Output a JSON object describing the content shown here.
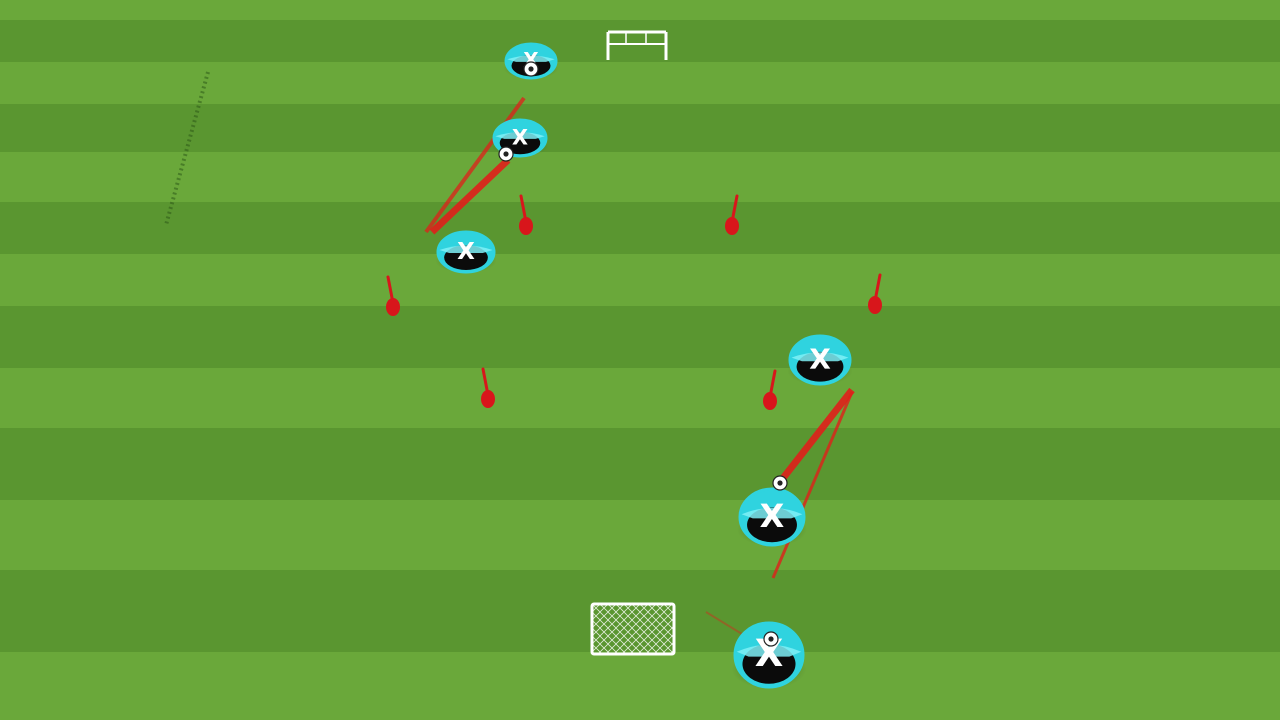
{
  "pitch": {
    "stripe_light": "#6aa83a",
    "stripe_dark": "#5a9630",
    "line_color": "#ffffff"
  },
  "player_style": {
    "icon": "player-x-icon",
    "ring_color": "#2fd3df",
    "inner_color": "#0b0b0b",
    "glyph": "X",
    "glyph_color": "#ffffff"
  },
  "pass_color": "#e0201a",
  "cone": {
    "icon": "marker-cone-icon",
    "color": "#d8161b"
  },
  "players": [
    {
      "id": "p1",
      "label": "player-top-goal",
      "has_ball": true
    },
    {
      "id": "p2",
      "label": "player-top-middle",
      "has_ball": true
    },
    {
      "id": "p3",
      "label": "player-top-lower",
      "has_ball": false
    },
    {
      "id": "p4",
      "label": "player-bottom-upper",
      "has_ball": false
    },
    {
      "id": "p5",
      "label": "player-bottom-middle",
      "has_ball": true
    },
    {
      "id": "p6",
      "label": "player-bottom-goal",
      "has_ball": true
    }
  ],
  "cones_count": 6,
  "goals": [
    {
      "id": "top-goal",
      "icon": "mini-goal-icon"
    },
    {
      "id": "bottom-goal",
      "icon": "mini-goal-net-icon"
    }
  ]
}
